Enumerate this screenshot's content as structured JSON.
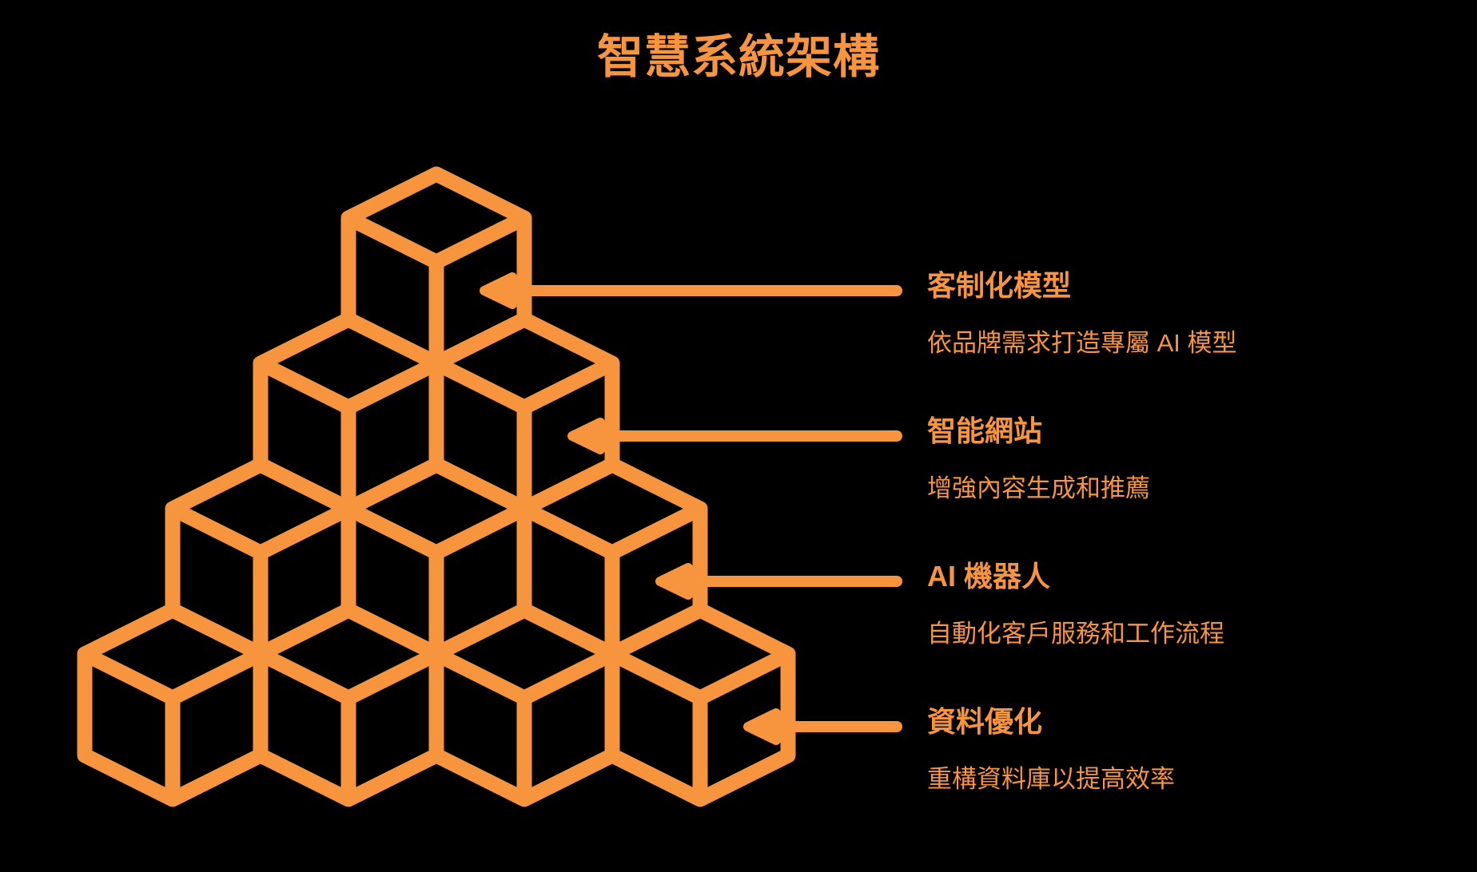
{
  "title": "智慧系統架構",
  "colors": {
    "accent": "#F7953E",
    "background": "#000000"
  },
  "pyramid": {
    "levels": 4,
    "description_name": "isometric-cube-pyramid"
  },
  "annotations": [
    {
      "label": "客制化模型",
      "description": "依品牌需求打造專屬 AI 模型"
    },
    {
      "label": "智能網站",
      "description": "增強內容生成和推薦"
    },
    {
      "label": "AI 機器人",
      "description": "自動化客戶服務和工作流程"
    },
    {
      "label": "資料優化",
      "description": "重構資料庫以提高效率"
    }
  ]
}
